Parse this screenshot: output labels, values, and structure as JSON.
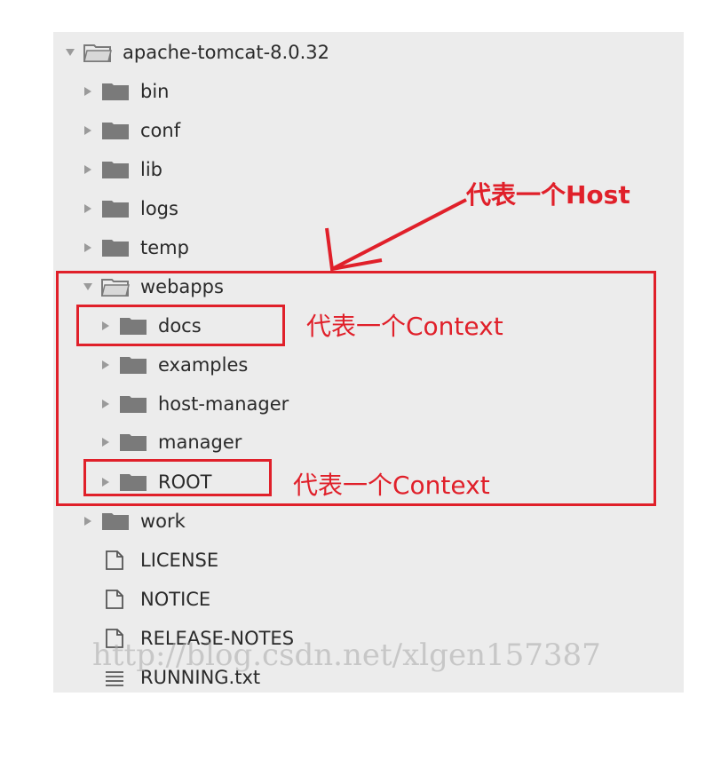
{
  "tree": {
    "root": {
      "label": "apache-tomcat-8.0.32",
      "expanded": true,
      "icon": "folder-open-icon"
    },
    "items": [
      {
        "label": "bin",
        "type": "folder"
      },
      {
        "label": "conf",
        "type": "folder"
      },
      {
        "label": "lib",
        "type": "folder"
      },
      {
        "label": "logs",
        "type": "folder"
      },
      {
        "label": "temp",
        "type": "folder"
      },
      {
        "label": "webapps",
        "type": "folder",
        "expanded": true
      },
      {
        "label": "docs",
        "type": "folder",
        "parent": "webapps"
      },
      {
        "label": "examples",
        "type": "folder",
        "parent": "webapps"
      },
      {
        "label": "host-manager",
        "type": "folder",
        "parent": "webapps"
      },
      {
        "label": "manager",
        "type": "folder",
        "parent": "webapps"
      },
      {
        "label": "ROOT",
        "type": "folder",
        "parent": "webapps"
      },
      {
        "label": "work",
        "type": "folder"
      },
      {
        "label": "LICENSE",
        "type": "file"
      },
      {
        "label": "NOTICE",
        "type": "file"
      },
      {
        "label": "RELEASE-NOTES",
        "type": "file"
      },
      {
        "label": "RUNNING.txt",
        "type": "text-file"
      }
    ]
  },
  "annotations": {
    "host": "代表一个Host",
    "context_docs": "代表一个Context",
    "context_root": "代表一个Context",
    "color": "#e0202a"
  },
  "watermark": "http://blog.csdn.net/xlgen157387",
  "colors": {
    "panel": "#ececec",
    "folder": "#7a7a7a",
    "text": "#2a2a2a"
  }
}
